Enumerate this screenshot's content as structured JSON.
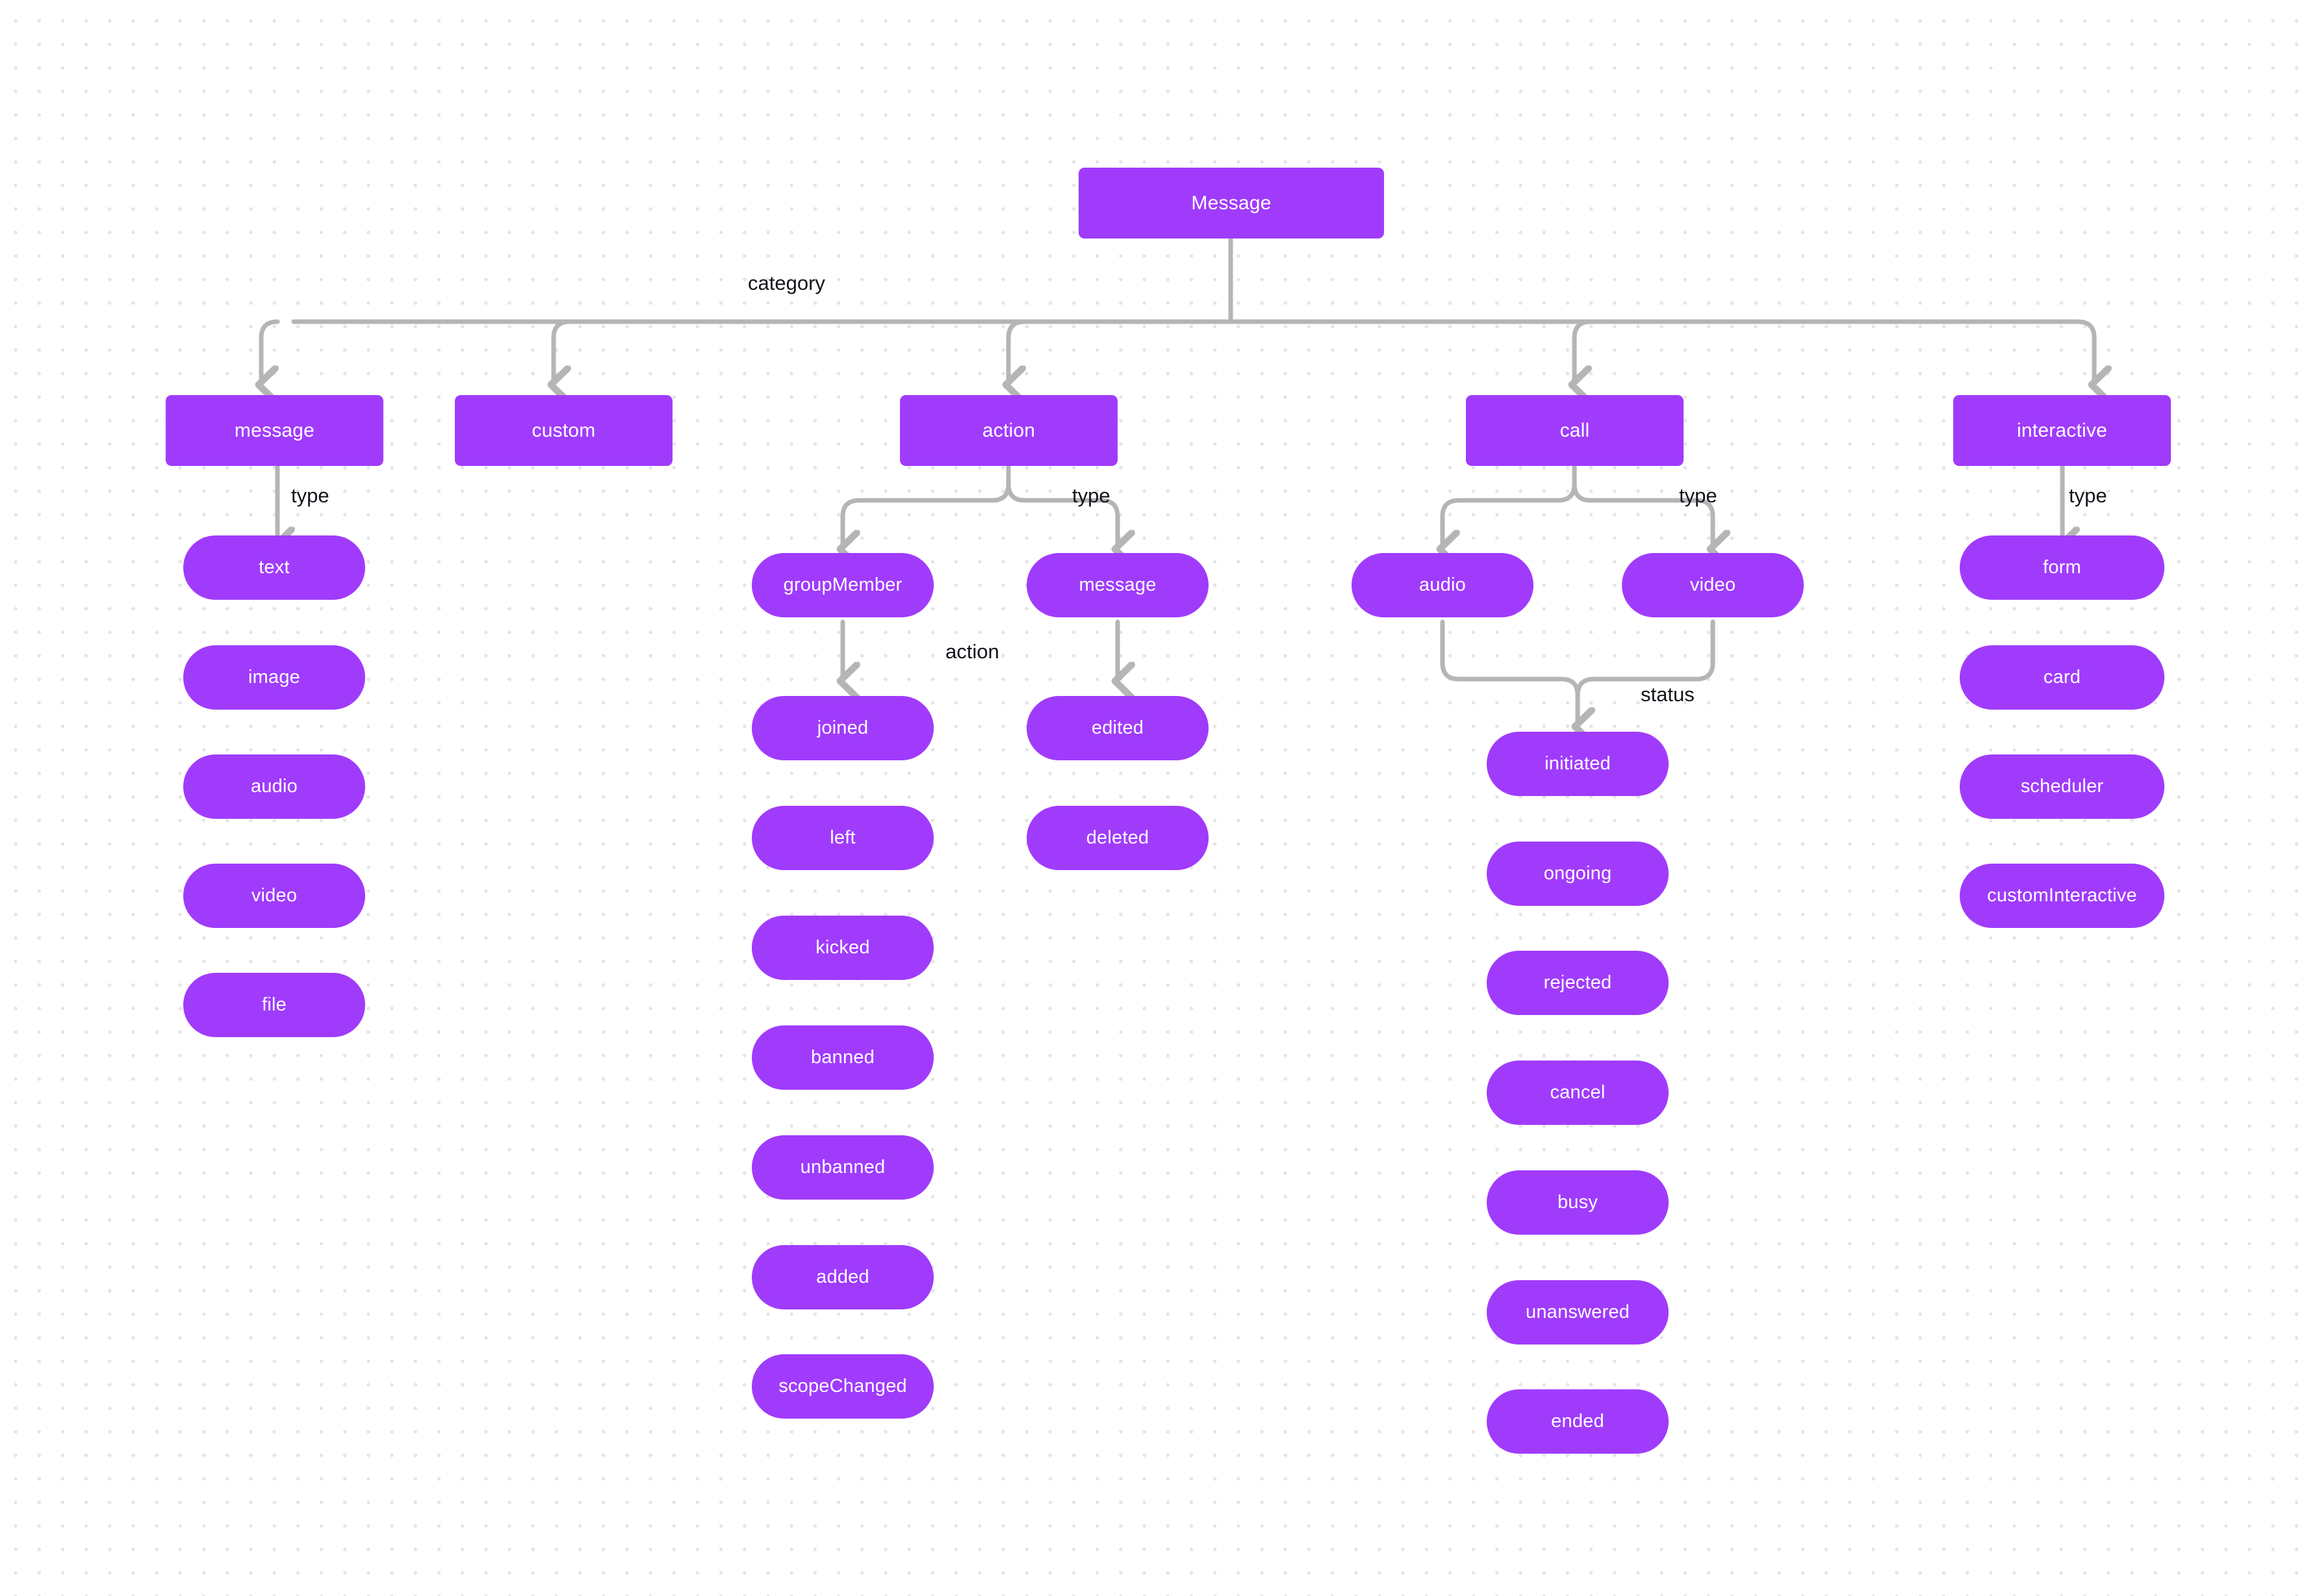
{
  "diagram": {
    "title": "Message",
    "colors": {
      "node_fill": "#a03bfc",
      "node_text": "#ffffff",
      "edge_stroke": "#b5b5b5",
      "label_text": "#14141c",
      "canvas_background": "#ffffff",
      "grid_dot": "#e4e4e6"
    },
    "root": {
      "label": "Message"
    },
    "edge_labels": {
      "category": "category",
      "type_message": "type",
      "type_action": "type",
      "type_call": "type",
      "type_interactive": "type",
      "action": "action",
      "status": "status"
    },
    "categories": [
      {
        "id": "message",
        "label": "message"
      },
      {
        "id": "custom",
        "label": "custom"
      },
      {
        "id": "action",
        "label": "action"
      },
      {
        "id": "call",
        "label": "call"
      },
      {
        "id": "interactive",
        "label": "interactive"
      }
    ],
    "message_types": [
      {
        "label": "text"
      },
      {
        "label": "image"
      },
      {
        "label": "audio"
      },
      {
        "label": "video"
      },
      {
        "label": "file"
      }
    ],
    "action_types": [
      {
        "label": "groupMember"
      },
      {
        "label": "message"
      }
    ],
    "group_member_actions": [
      {
        "label": "joined"
      },
      {
        "label": "left"
      },
      {
        "label": "kicked"
      },
      {
        "label": "banned"
      },
      {
        "label": "unbanned"
      },
      {
        "label": "added"
      },
      {
        "label": "scopeChanged"
      }
    ],
    "message_actions": [
      {
        "label": "edited"
      },
      {
        "label": "deleted"
      }
    ],
    "call_types": [
      {
        "label": "audio"
      },
      {
        "label": "video"
      }
    ],
    "call_statuses": [
      {
        "label": "initiated"
      },
      {
        "label": "ongoing"
      },
      {
        "label": "rejected"
      },
      {
        "label": "cancel"
      },
      {
        "label": "busy"
      },
      {
        "label": "unanswered"
      },
      {
        "label": "ended"
      }
    ],
    "interactive_types": [
      {
        "label": "form"
      },
      {
        "label": "card"
      },
      {
        "label": "scheduler"
      },
      {
        "label": "customInteractive"
      }
    ]
  }
}
